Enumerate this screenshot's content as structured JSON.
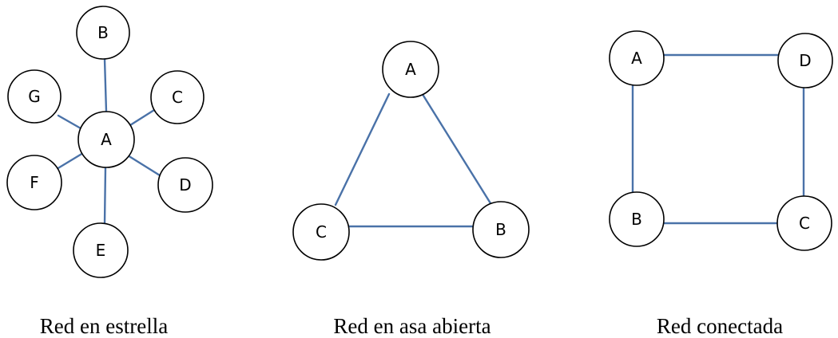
{
  "colors": {
    "edge": "#4a72a8",
    "node_stroke": "#000000",
    "node_fill": "#ffffff",
    "text": "#000000"
  },
  "networks": [
    {
      "id": "star",
      "caption": "Red en estrella",
      "nodes": [
        {
          "id": "A",
          "label": "A"
        },
        {
          "id": "B",
          "label": "B"
        },
        {
          "id": "C",
          "label": "C"
        },
        {
          "id": "D",
          "label": "D"
        },
        {
          "id": "E",
          "label": "E"
        },
        {
          "id": "F",
          "label": "F"
        },
        {
          "id": "G",
          "label": "G"
        }
      ],
      "edges": [
        [
          "A",
          "B"
        ],
        [
          "A",
          "C"
        ],
        [
          "A",
          "D"
        ],
        [
          "A",
          "E"
        ],
        [
          "A",
          "F"
        ],
        [
          "A",
          "G"
        ]
      ]
    },
    {
      "id": "open-loop",
      "caption": "Red en asa abierta",
      "nodes": [
        {
          "id": "A",
          "label": "A"
        },
        {
          "id": "B",
          "label": "B"
        },
        {
          "id": "C",
          "label": "C"
        }
      ],
      "edges": [
        [
          "A",
          "B"
        ],
        [
          "A",
          "C"
        ],
        [
          "C",
          "B"
        ]
      ]
    },
    {
      "id": "connected",
      "caption": "Red conectada",
      "nodes": [
        {
          "id": "A",
          "label": "A"
        },
        {
          "id": "B",
          "label": "B"
        },
        {
          "id": "C",
          "label": "C"
        },
        {
          "id": "D",
          "label": "D"
        }
      ],
      "edges": [
        [
          "A",
          "D"
        ],
        [
          "A",
          "B"
        ],
        [
          "B",
          "C"
        ],
        [
          "D",
          "C"
        ]
      ]
    }
  ]
}
